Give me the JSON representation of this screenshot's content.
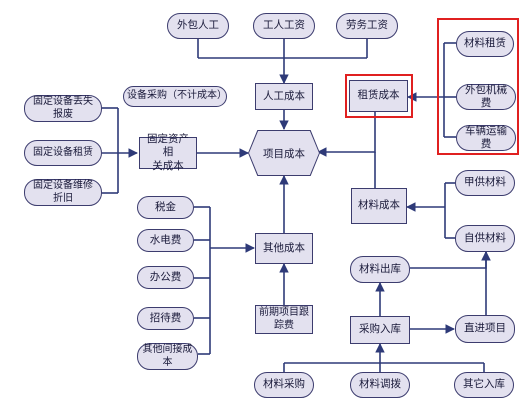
{
  "nodes": {
    "outsourced_labor": "外包人工",
    "worker_wages": "工人工资",
    "labor_wages": "劳务工资",
    "labor_cost": "人工成本",
    "rental_cost": "租赁成本",
    "material_rental": "材料租赁",
    "outsourced_machinery": "外包机械费",
    "vehicle_transport": "车辆运输费",
    "equipment_purchase": "设备采购（不计成本）",
    "fixed_equipment_loss": "固定设备丢失\n报废",
    "fixed_equipment_rental": "固定设备租赁",
    "fixed_equipment_repair": "固定设备维修\n折旧",
    "fixed_asset_related": "固定资产相\n关成本",
    "project_cost": "项目成本",
    "material_cost": "材料成本",
    "owner_supplied": "甲供材料",
    "self_supplied": "自供材料",
    "taxes": "税金",
    "utilities": "水电费",
    "office_expense": "办公费",
    "entertainment": "招待费",
    "other_indirect": "其他间接成\n本",
    "other_cost": "其他成本",
    "early_tracking": "前期项目跟\n踪费",
    "material_outbound": "材料出库",
    "purchase_inbound": "采购入库",
    "direct_project": "直进项目",
    "material_purchase": "材料采购",
    "material_transfer": "材料调拨",
    "other_inbound": "其它入库"
  },
  "colors": {
    "node_fill": "#e3e1ef",
    "node_border": "#3c3c6e",
    "wire": "#2e3a78",
    "highlight": "#e02020"
  }
}
